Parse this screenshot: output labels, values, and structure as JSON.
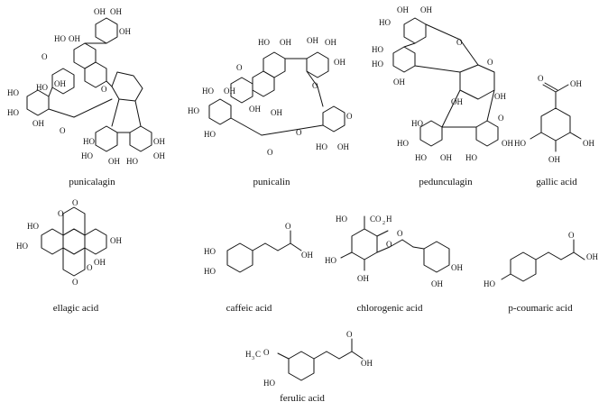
{
  "compounds": [
    {
      "id": "punicalagin",
      "name": "punicalagin"
    },
    {
      "id": "punicalin",
      "name": "punicalin"
    },
    {
      "id": "pedunculagin",
      "name": "pedunculagin"
    },
    {
      "id": "gallic-acid",
      "name": "gallic acid"
    },
    {
      "id": "ellagic-acid",
      "name": "ellagic acid"
    },
    {
      "id": "caffeic-acid",
      "name": "caffeic acid"
    },
    {
      "id": "chlorogenic-acid",
      "name": "chlorogenic acid"
    },
    {
      "id": "p-coumaric-acid",
      "name": "p-coumaric acid"
    },
    {
      "id": "ferulic-acid",
      "name": "ferulic acid"
    }
  ],
  "atom_labels": {
    "oh": "OH",
    "ho": "HO",
    "o": "O",
    "co2h": "CO",
    "co2h_sub": "2",
    "co2h_h": "H",
    "h3c": "H",
    "h3c_sub": "3",
    "h3c_c": "C"
  }
}
